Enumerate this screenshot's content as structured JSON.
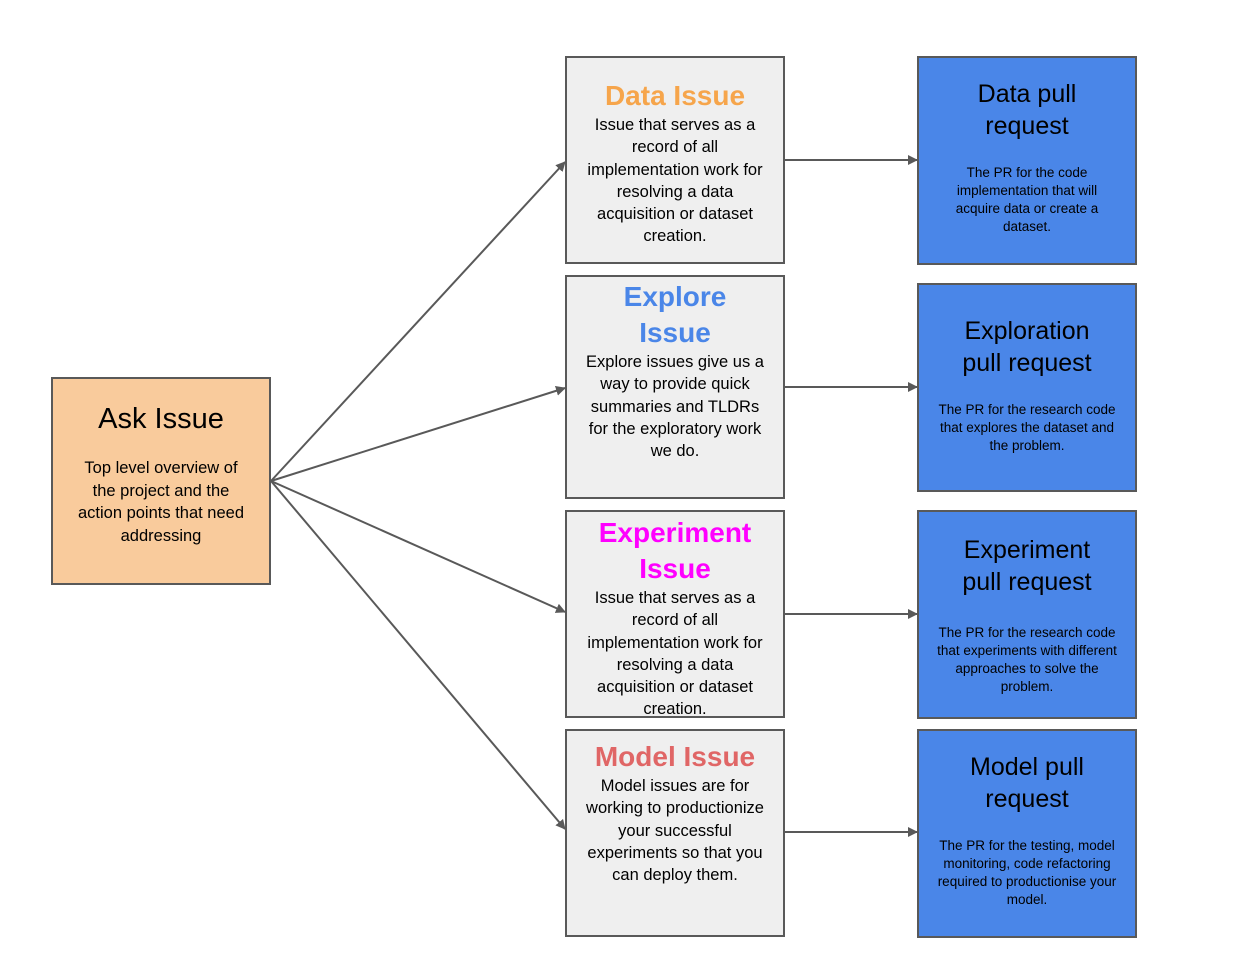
{
  "colors": {
    "ask_fill": "#f9cb9c",
    "issue_fill": "#efefef",
    "pr_fill": "#4a86e8",
    "border": "#595959",
    "arrow": "#595959"
  },
  "ask": {
    "title": "Ask Issue",
    "description": "Top level overview of the project and the action points that need addressing"
  },
  "issues": [
    {
      "id": "data",
      "title": "Data Issue",
      "title_color": "#f6a54b",
      "description": "Issue that serves as a record of all implementation work for resolving a data acquisition or dataset creation."
    },
    {
      "id": "explore",
      "title": "Explore Issue",
      "title_color": "#4a86e8",
      "description": "Explore issues give us a way to provide quick summaries and TLDRs for the exploratory work we do."
    },
    {
      "id": "experiment",
      "title": "Experiment Issue",
      "title_color": "#ff00ff",
      "description": "Issue that serves as a record of all implementation work for resolving a data acquisition or dataset creation."
    },
    {
      "id": "model",
      "title": "Model Issue",
      "title_color": "#e06666",
      "description": "Model issues are for working to productionize your successful experiments so that you can deploy them."
    }
  ],
  "pull_requests": [
    {
      "id": "data",
      "title": "Data pull request",
      "description": "The PR for the code implementation that will acquire data or create a dataset."
    },
    {
      "id": "explore",
      "title": "Exploration pull request",
      "description": "The PR for the research code that explores the dataset and the problem."
    },
    {
      "id": "experiment",
      "title": "Experiment pull request",
      "description": "The PR for the research code that experiments with different approaches to solve the problem."
    },
    {
      "id": "model",
      "title": "Model pull request",
      "description": "The PR for the testing, model monitoring, code refactoring required to productionise your model."
    }
  ]
}
